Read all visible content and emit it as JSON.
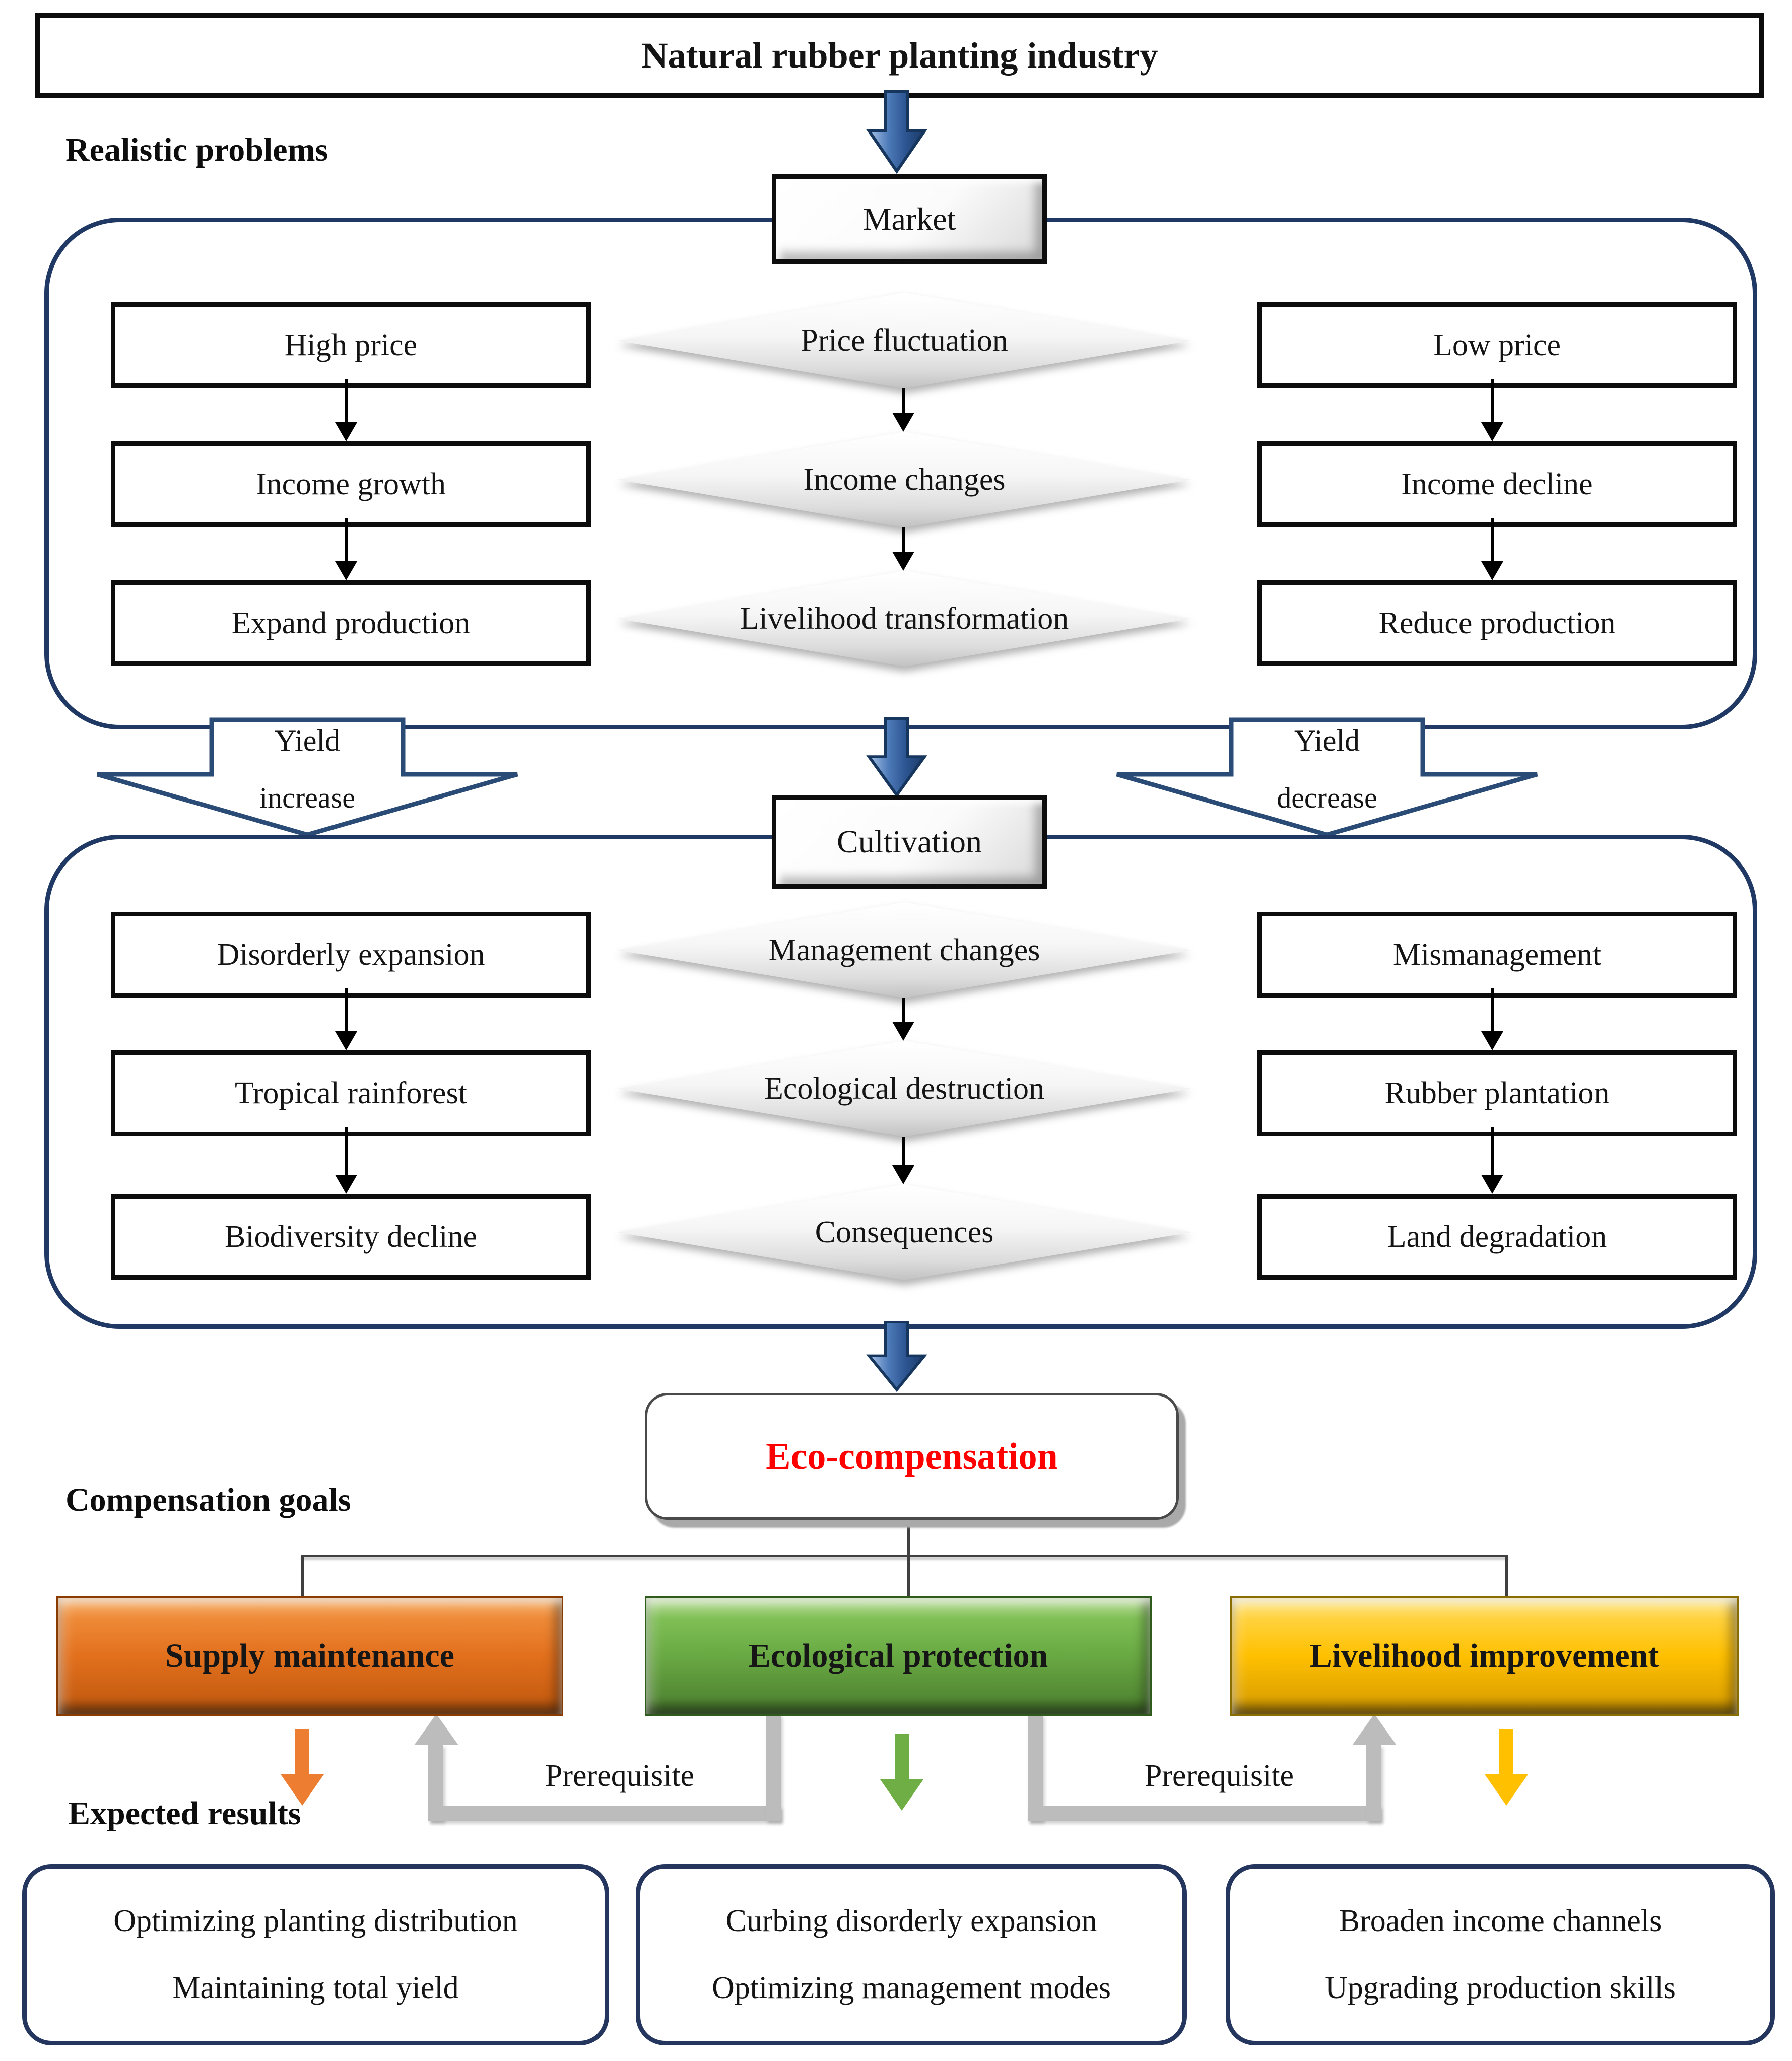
{
  "page": {
    "title": "Natural rubber planting industry"
  },
  "labels": {
    "realistic_problems": "Realistic problems",
    "compensation_goals": "Compensation goals",
    "expected_results": "Expected results",
    "prerequisite": "Prerequisite"
  },
  "market_stage": {
    "hub": "Market",
    "left_chain": [
      "High price",
      "Income growth",
      "Expand production"
    ],
    "center_chain": [
      "Price fluctuation",
      "Income changes",
      "Livelihood transformation"
    ],
    "right_chain": [
      "Low price",
      "Income decline",
      "Reduce production"
    ]
  },
  "transition": {
    "yield_increase": {
      "line1": "Yield",
      "line2": "increase"
    },
    "yield_decrease": {
      "line1": "Yield",
      "line2": "decrease"
    }
  },
  "cultivation_stage": {
    "hub": "Cultivation",
    "left_chain": [
      "Disorderly expansion",
      "Tropical rainforest",
      "Biodiversity decline"
    ],
    "center_chain": [
      "Management changes",
      "Ecological destruction",
      "Consequences"
    ],
    "right_chain": [
      "Mismanagement",
      "Rubber plantation",
      "Land degradation"
    ]
  },
  "compensation": {
    "hub": "Eco-compensation",
    "goals": [
      {
        "label": "Supply maintenance",
        "color": "#E2701D"
      },
      {
        "label": "Ecological protection",
        "color": "#69A943"
      },
      {
        "label": "Livelihood improvement",
        "color": "#FFC000"
      }
    ]
  },
  "expected_results": [
    {
      "line1": "Optimizing planting distribution",
      "line2": "Maintaining total yield"
    },
    {
      "line1": "Curbing disorderly expansion",
      "line2": "Optimizing management modes"
    },
    {
      "line1": "Broaden income channels",
      "line2": "Upgrading production skills"
    }
  ],
  "colors": {
    "navy": "#1F3864",
    "blue_arrow": "#35629F",
    "eco_red": "#FF0000",
    "goal_orange": "#E2701D",
    "goal_green": "#69A943",
    "goal_yellow": "#FFC000",
    "connector_gray": "#BCBCBC",
    "result_arrow_orange": "#ED7D31",
    "result_arrow_green": "#6FAE44",
    "result_arrow_yellow": "#FFC000"
  }
}
